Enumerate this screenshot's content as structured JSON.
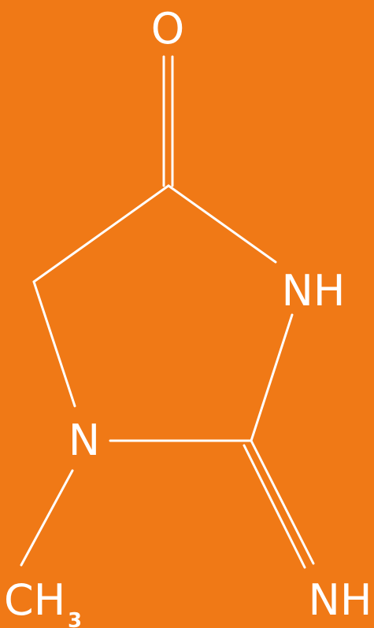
{
  "colors": {
    "background": "#f07916",
    "foreground": "#ffffff"
  },
  "molecule": {
    "atoms": {
      "carbonyl_oxygen": "O",
      "ring_nh": "NH",
      "ring_n": "N",
      "methyl": "CH",
      "methyl_subscript": "3",
      "imine_nh": "NH"
    }
  }
}
